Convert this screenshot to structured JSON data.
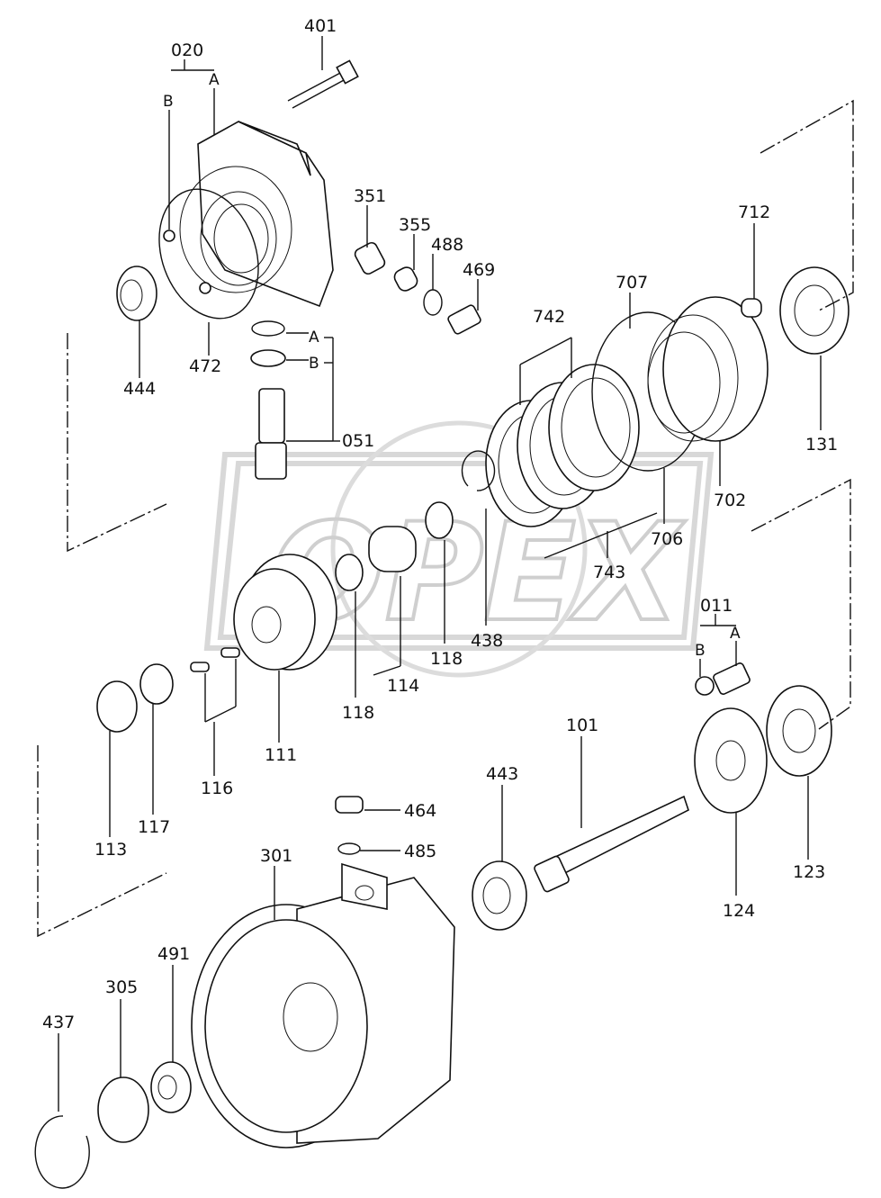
{
  "watermark": {
    "text": "OPEX",
    "color": "#cfcfcf"
  },
  "parts": [
    {
      "id": "p401",
      "number": "401"
    },
    {
      "id": "p020",
      "number": "020"
    },
    {
      "id": "p020A",
      "number": "A"
    },
    {
      "id": "p020B",
      "number": "B"
    },
    {
      "id": "p351",
      "number": "351"
    },
    {
      "id": "p355",
      "number": "355"
    },
    {
      "id": "p488",
      "number": "488"
    },
    {
      "id": "p469",
      "number": "469"
    },
    {
      "id": "p712",
      "number": "712"
    },
    {
      "id": "p707",
      "number": "707"
    },
    {
      "id": "p742",
      "number": "742"
    },
    {
      "id": "p444",
      "number": "444"
    },
    {
      "id": "p472",
      "number": "472"
    },
    {
      "id": "p051A",
      "number": "A"
    },
    {
      "id": "p051B",
      "number": "B"
    },
    {
      "id": "p051",
      "number": "051"
    },
    {
      "id": "p131",
      "number": "131"
    },
    {
      "id": "p702",
      "number": "702"
    },
    {
      "id": "p706",
      "number": "706"
    },
    {
      "id": "p743",
      "number": "743"
    },
    {
      "id": "p438",
      "number": "438"
    },
    {
      "id": "p118a",
      "number": "118"
    },
    {
      "id": "p118b",
      "number": "118"
    },
    {
      "id": "p114",
      "number": "114"
    },
    {
      "id": "p011",
      "number": "011"
    },
    {
      "id": "p011A",
      "number": "A"
    },
    {
      "id": "p011B",
      "number": "B"
    },
    {
      "id": "p111",
      "number": "111"
    },
    {
      "id": "p116",
      "number": "116"
    },
    {
      "id": "p113",
      "number": "113"
    },
    {
      "id": "p117",
      "number": "117"
    },
    {
      "id": "p101",
      "number": "101"
    },
    {
      "id": "p443",
      "number": "443"
    },
    {
      "id": "p464",
      "number": "464"
    },
    {
      "id": "p485",
      "number": "485"
    },
    {
      "id": "p301",
      "number": "301"
    },
    {
      "id": "p124",
      "number": "124"
    },
    {
      "id": "p123",
      "number": "123"
    },
    {
      "id": "p491",
      "number": "491"
    },
    {
      "id": "p305",
      "number": "305"
    },
    {
      "id": "p437",
      "number": "437"
    }
  ]
}
